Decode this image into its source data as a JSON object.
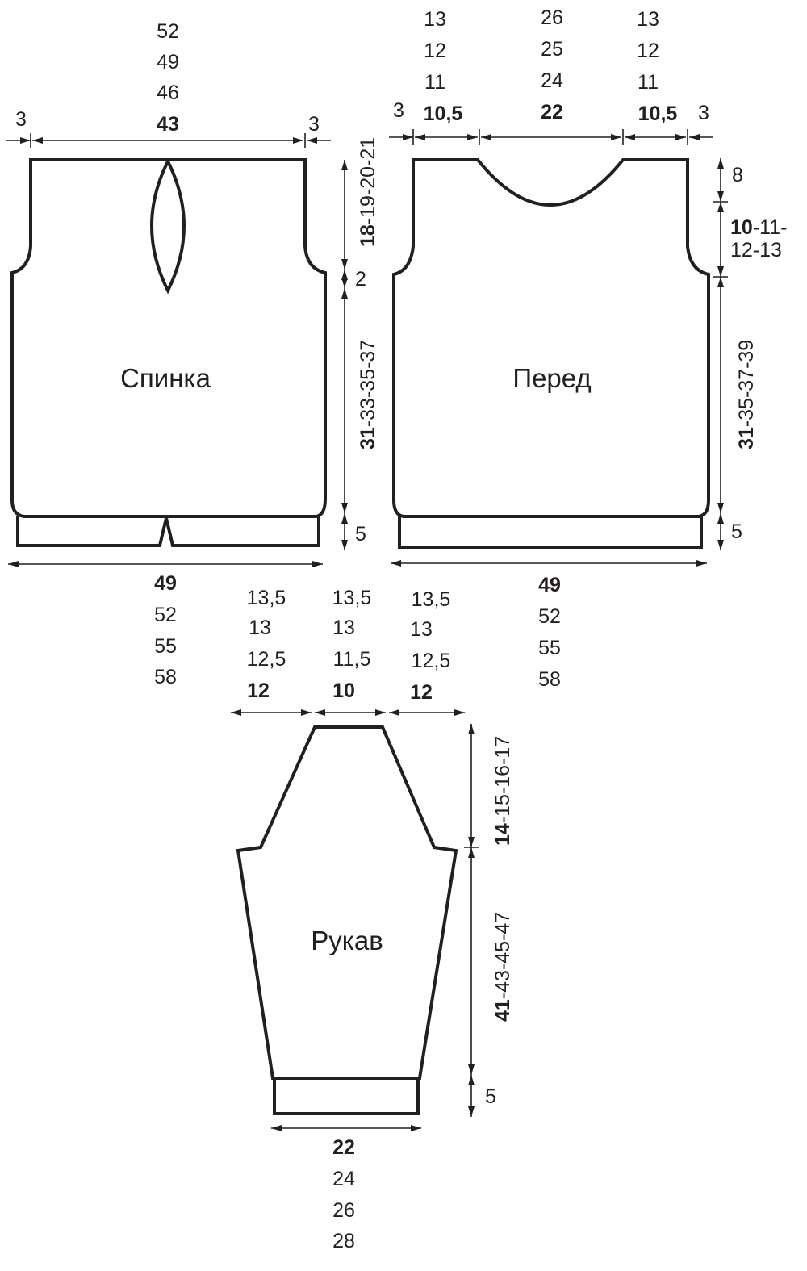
{
  "pieces": {
    "back": {
      "label": "Спинка",
      "top_width": [
        "52",
        "49",
        "46",
        "43"
      ],
      "shoulder_left": "3",
      "shoulder_right": "3",
      "armhole_height_bold": "18",
      "armhole_height_rest": "-19-20-21",
      "armhole_step": "2",
      "body_height_bold": "31",
      "body_height_rest": "-33-35-37",
      "rib_height": "5",
      "bottom_width": [
        "49",
        "52",
        "55",
        "58"
      ]
    },
    "front": {
      "label": "Перед",
      "shoulder_left": "3",
      "shoulder_right": "3",
      "neck_side_left": [
        "13",
        "12",
        "11",
        "10,5"
      ],
      "neck_width": [
        "26",
        "25",
        "24",
        "22"
      ],
      "neck_side_right": [
        "13",
        "12",
        "11",
        "10,5"
      ],
      "neck_depth": "8",
      "armhole_height_bold": "10",
      "armhole_height_rest_line1": "-11-",
      "armhole_height_rest_line2": "12-13",
      "body_height_bold": "31",
      "body_height_rest": "-35-37-39",
      "rib_height": "5",
      "bottom_width": [
        "49",
        "52",
        "55",
        "58"
      ]
    },
    "sleeve": {
      "label": "Рукав",
      "top_left": [
        "13,5",
        "13",
        "12,5",
        "12"
      ],
      "top_center": [
        "13,5",
        "13",
        "11,5",
        "10"
      ],
      "top_right": [
        "13,5",
        "13",
        "12,5",
        "12"
      ],
      "cap_height_bold": "14",
      "cap_height_rest": "-15-16-17",
      "length_bold": "41",
      "length_rest": "-43-45-47",
      "rib_height": "5",
      "bottom_width": [
        "22",
        "24",
        "26",
        "28"
      ]
    }
  }
}
